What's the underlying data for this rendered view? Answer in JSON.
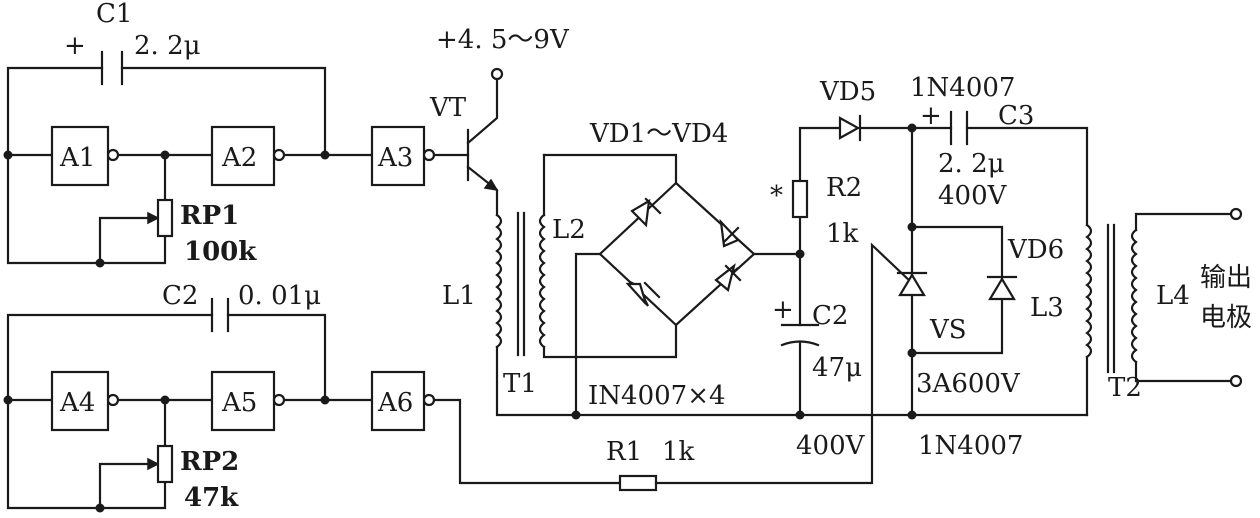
{
  "labels": {
    "c1": "C1",
    "c1_value": "2. 2μ",
    "c1_plus": "+",
    "supply": "+4. 5～9V",
    "vt": "VT",
    "a1": "A1",
    "a2": "A2",
    "a3": "A3",
    "a4": "A4",
    "a5": "A5",
    "a6": "A6",
    "rp1": "RP1",
    "rp1_value": "100k",
    "rp2": "RP2",
    "rp2_value": "47k",
    "c2_top": "C2",
    "c2_top_value": "0. 01μ",
    "l1": "L1",
    "l2": "L2",
    "t1": "T1",
    "bridge": "VD1～VD4",
    "bridge_part": "IN4007×4",
    "vd5": "VD5",
    "vd5_part": "1N4007",
    "r2": "R2",
    "r2_value": "1k",
    "star": "*",
    "c2": "C2",
    "c2_value": "47μ",
    "c2_volt": "400V",
    "c2_plus": "+",
    "c3": "C3",
    "c3_value": "2. 2μ",
    "c3_volt": "400V",
    "c3_plus": "+",
    "vs": "VS",
    "vs_part": "3A600V",
    "vd6": "VD6",
    "vd6_part": "1N4007",
    "l3": "L3",
    "l4": "L4",
    "t2": "T2",
    "r1": "R1",
    "r1_value": "1k",
    "output_line1": "输出",
    "output_line2": "电极"
  }
}
